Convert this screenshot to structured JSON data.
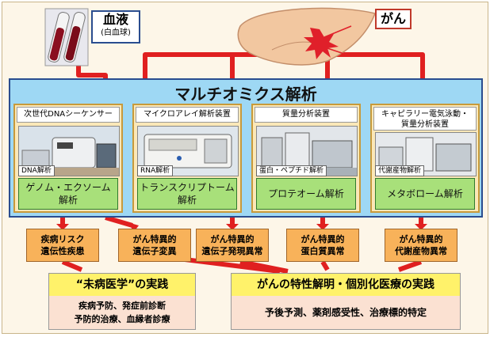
{
  "source": {
    "blood_title": "血液",
    "blood_subtitle": "(白血球)",
    "cancer_label": "がん"
  },
  "main_title": "マルチオミクス解析",
  "technologies": [
    {
      "device": "次世代DNAシーケンサー",
      "data_label": "DNA解析",
      "omics": "ゲノム・エクソーム\n解析"
    },
    {
      "device": "マイクロアレイ解析装置",
      "data_label": "RNA解析",
      "omics": "トランスクリプトーム\n解析"
    },
    {
      "device": "質量分析装置",
      "data_label": "蛋白・ペプチド解析",
      "omics": "プロテオーム解析"
    },
    {
      "device": "キャピラリー電気泳動・\n質量分析装置",
      "data_label": "代謝産物解析",
      "omics": "メタボローム解析"
    }
  ],
  "abnormalities": [
    "疾病リスク\n遺伝性疾患",
    "がん特異的\n遺伝子変異",
    "がん特異的\n遺伝子発現異常",
    "がん特異的\n蛋白質異常",
    "がん特異的\n代謝産物異常"
  ],
  "results": {
    "left": {
      "title": "“未病医学”の実践",
      "body": "疾病予防、発症前診断\n予防的治療、血縁者診療"
    },
    "right": {
      "title": "がんの特性解明・個別化医療の実践",
      "body": "予後予測、薬剤感受性、治療標的特定"
    }
  },
  "colors": {
    "arrow": "#e02020",
    "frame": "#2a4d8f",
    "main_bg": "#9ed8f4",
    "omics_bg": "#a8e07a",
    "abnormality_bg": "#f8b25a",
    "result_title_bg": "#fff26a",
    "result_body_bg": "#fbe1d2"
  }
}
